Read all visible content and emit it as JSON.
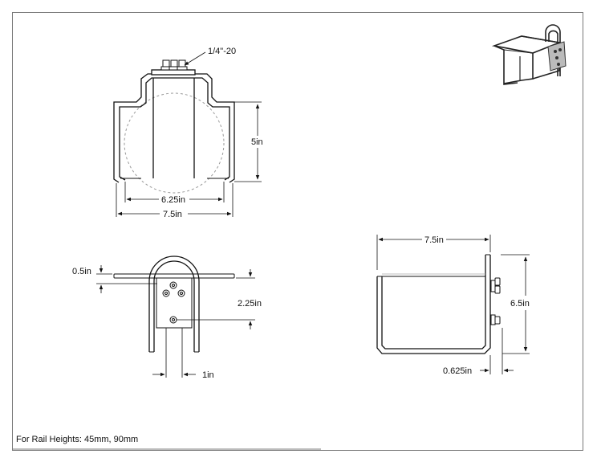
{
  "top_view": {
    "thread_label": "1/4\"-20",
    "height_label": "5in",
    "inner_width_label": "6.25in",
    "outer_width_label": "7.5in"
  },
  "end_view": {
    "rail_offset_label": "0.5in",
    "drop_label": "2.25in",
    "leg_spacing_label": "1in"
  },
  "side_view": {
    "width_label": "7.5in",
    "height_label": "6.5in",
    "standoff_label": "0.625in"
  },
  "footer": {
    "note": "For Rail Heights: 45mm, 90mm"
  }
}
